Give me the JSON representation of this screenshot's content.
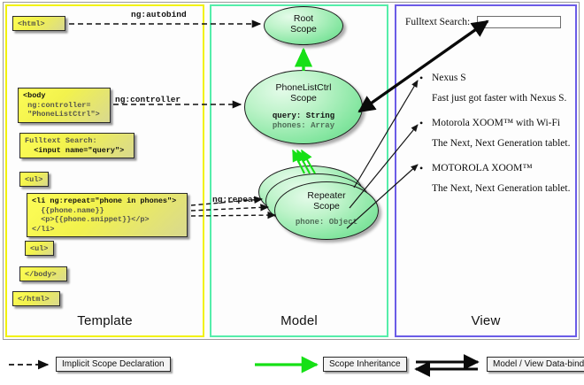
{
  "columns": {
    "template": {
      "label": "Template",
      "border_color": "#f2f20c"
    },
    "model": {
      "label": "Model",
      "border_color": "#55eeaa"
    },
    "view": {
      "label": "View",
      "border_color": "#6b5ce7"
    }
  },
  "template_boxes": {
    "html_open": "<html>",
    "body_open": "<body\n ng:controller=\n \"PhoneListCtrl\">",
    "body_open_l1": "<body",
    "body_open_l2": " ng:controller=",
    "body_open_l3": " \"PhoneListCtrl\">",
    "search_label": "Fulltext Search:",
    "search_input": "  <input name=\"query\">",
    "ul_open": "<ul>",
    "li_l1": "<li ng:repeat=\"phone in phones\">",
    "li_l2": "  {{phone.name}}",
    "li_l3": "  <p>{{phone.snippet}}</p>",
    "li_l4": "</li>",
    "ul_close": "<ul>",
    "body_close": "</body>",
    "html_close": "</html>"
  },
  "edge_labels": {
    "autobind": "ng:autobind",
    "controller": "ng:controller",
    "repeat": "ng:repeat"
  },
  "scopes": {
    "root": {
      "title_l1": "Root",
      "title_l2": "Scope"
    },
    "ctrl": {
      "title_l1": "PhoneListCtrl",
      "title_l2": "Scope",
      "prop1": "query: String",
      "prop2": "phones: Array"
    },
    "repeater": {
      "title_l1": "Repeater",
      "title_l2": "Scope",
      "prop1": "phone: Object"
    }
  },
  "view": {
    "search_label": "Fulltext Search:",
    "search_value": "",
    "bullet": "•",
    "items": [
      {
        "name": "Nexus S",
        "snippet": "Fast just got faster with Nexus S."
      },
      {
        "name": "Motorola XOOM™  with Wi-Fi",
        "snippet": "The Next, Next Generation tablet."
      },
      {
        "name": "MOTOROLA XOOM™",
        "snippet": "The Next, Next Generation tablet."
      }
    ]
  },
  "legend": {
    "implicit": "Implicit Scope Declaration",
    "inheritance": "Scope Inheritance",
    "databinding": "Model / View Data-binding",
    "inherit_color": "#16e016"
  }
}
